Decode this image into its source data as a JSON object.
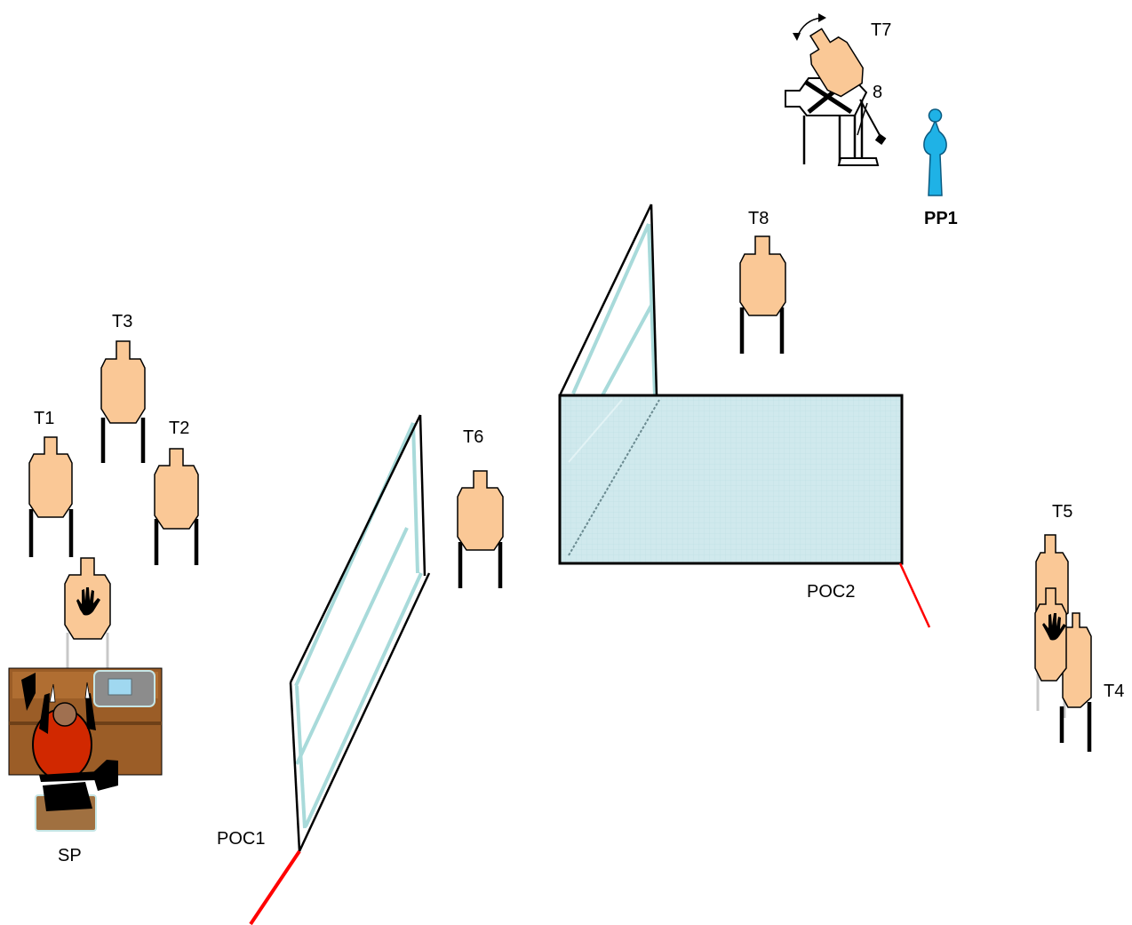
{
  "diagram": {
    "targets": [
      {
        "id": "T1",
        "label": "T1"
      },
      {
        "id": "T2",
        "label": "T2"
      },
      {
        "id": "T3",
        "label": "T3"
      },
      {
        "id": "T4",
        "label": "T4"
      },
      {
        "id": "T5",
        "label": "T5"
      },
      {
        "id": "T6",
        "label": "T6"
      },
      {
        "id": "T7",
        "label": "T7"
      },
      {
        "id": "T8",
        "label": "T8"
      }
    ],
    "stray_label": "8",
    "poc": [
      {
        "id": "POC1",
        "label": "POC1"
      },
      {
        "id": "POC2",
        "label": "POC2"
      }
    ],
    "shooter_position": {
      "label": "SP"
    },
    "pp1": {
      "label": "PP1"
    },
    "colors": {
      "target_fill": "#fac896",
      "glass": "#cde8ec",
      "glass_line": "#a8dada",
      "poc_line": "#ff0000",
      "pp1_fill": "#1fb2e6",
      "desk": "#9b5d27",
      "shooter_shirt": "#d12800"
    }
  }
}
